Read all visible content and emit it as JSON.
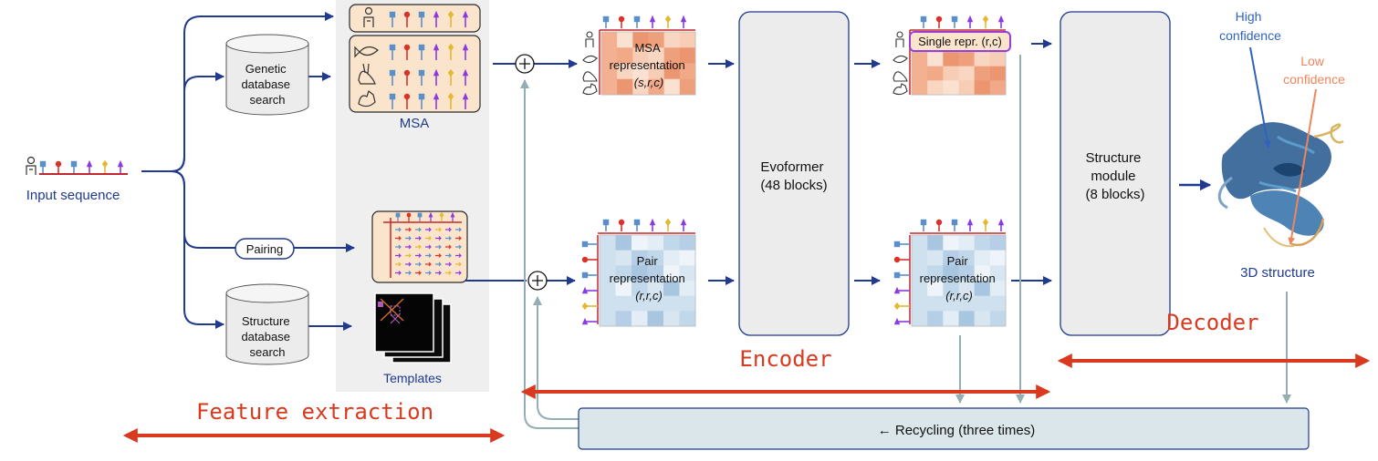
{
  "inputs": {
    "input_sequence": "Input sequence",
    "genetic_db": [
      "Genetic",
      "database",
      "search"
    ],
    "structure_db": [
      "Structure",
      "database",
      "search"
    ],
    "pairing": "Pairing"
  },
  "features": {
    "msa": "MSA",
    "templates": "Templates"
  },
  "representations": {
    "msa_rep": [
      "MSA",
      "representation",
      "(s,r,c)"
    ],
    "pair_rep": [
      "Pair",
      "representation",
      "(r,r,c)"
    ],
    "single_rep": "Single repr. (r,c)",
    "pair_rep_out": [
      "Pair",
      "representation",
      "(r,r,c)"
    ]
  },
  "modules": {
    "evoformer": [
      "Evoformer",
      "(48 blocks)"
    ],
    "structure_module": [
      "Structure",
      "module",
      "(8 blocks)"
    ]
  },
  "output": {
    "high_confidence": [
      "High",
      "confidence"
    ],
    "low_confidence": [
      "Low",
      "confidence"
    ],
    "structure_3d": "3D structure"
  },
  "recycling": "← Recycling (three times)",
  "stages": {
    "feature_extraction": "Feature extraction",
    "encoder": "Encoder",
    "decoder": "Decoder"
  },
  "colors": {
    "navy": "#1f3a8f",
    "stage_red": "#d9391e",
    "recycle": "#93aeb5",
    "msa_box": "#fbe4cc",
    "low_conf": "#f0845a",
    "high_conf": "#2f63c0"
  }
}
